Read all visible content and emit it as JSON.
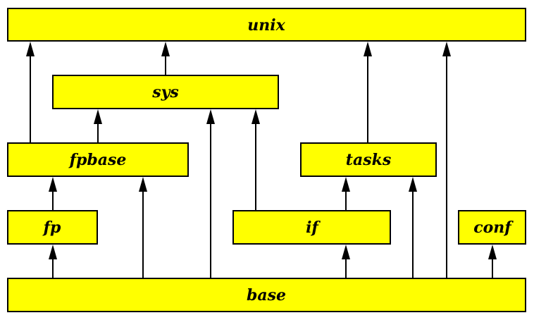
{
  "colors": {
    "box_fill": "#ffff00",
    "stroke": "#000000",
    "text": "#000000",
    "background": "#ffffff"
  },
  "modules": {
    "unix": "unix",
    "sys": "sys",
    "fpbase": "fpbase",
    "tasks": "tasks",
    "fp": "fp",
    "if": "if",
    "conf": "conf",
    "base": "base"
  },
  "dependencies": [
    {
      "from": "fpbase",
      "to": "unix"
    },
    {
      "from": "sys",
      "to": "unix"
    },
    {
      "from": "tasks",
      "to": "unix"
    },
    {
      "from": "base",
      "to": "unix"
    },
    {
      "from": "fpbase",
      "to": "sys"
    },
    {
      "from": "base",
      "to": "sys"
    },
    {
      "from": "if",
      "to": "sys"
    },
    {
      "from": "fp",
      "to": "fpbase"
    },
    {
      "from": "base",
      "to": "fpbase"
    },
    {
      "from": "if",
      "to": "tasks"
    },
    {
      "from": "base",
      "to": "tasks"
    },
    {
      "from": "base",
      "to": "fp"
    },
    {
      "from": "base",
      "to": "if"
    },
    {
      "from": "base",
      "to": "conf"
    }
  ]
}
